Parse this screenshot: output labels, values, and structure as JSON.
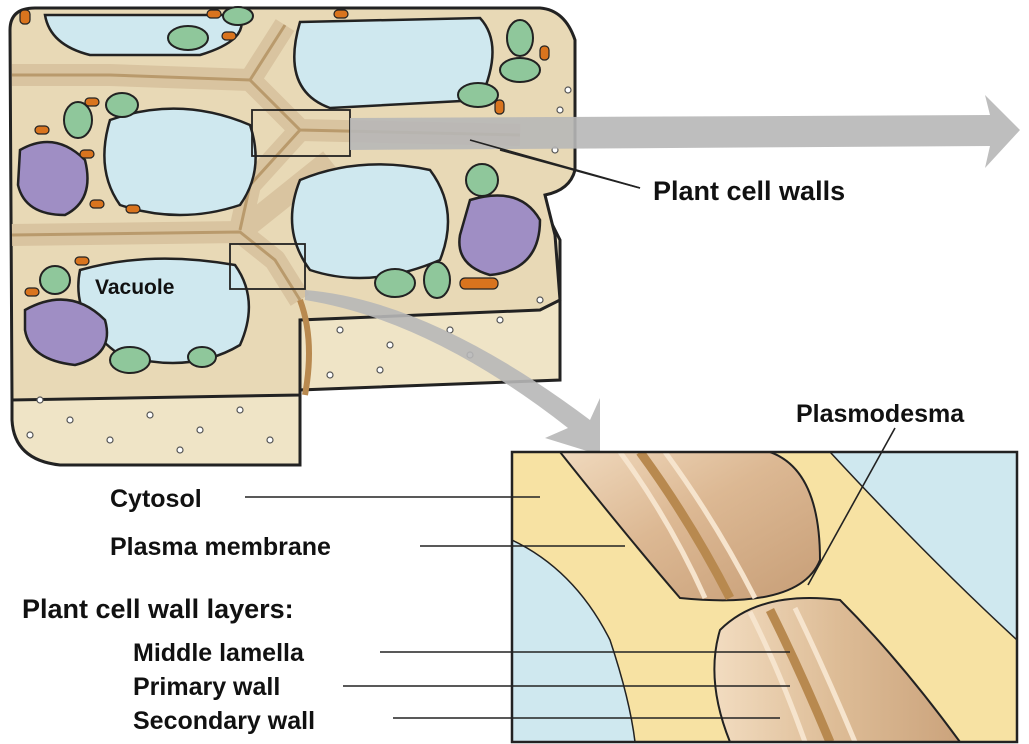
{
  "labels": {
    "plant_cell_walls": "Plant cell walls",
    "vacuole": "Vacuole",
    "plasmodesma": "Plasmodesma",
    "cytosol": "Cytosol",
    "plasma_membrane": "Plasma membrane",
    "plant_cell_wall_layers": "Plant cell wall layers:",
    "middle_lamella": "Middle lamella",
    "primary_wall": "Primary wall",
    "secondary_wall": "Secondary wall"
  },
  "colors": {
    "tissue_tan": "#ede0c2",
    "wall_brown": "#d8c29a",
    "wall_dark": "#b89462",
    "vacuole_blue": "#cfe8ef",
    "nucleus_purple": "#9f8ec4",
    "chloroplast_green": "#8fc79b",
    "mitochondria_orange": "#d9741e",
    "arrow_gray": "#b3b3b3",
    "cytosol_yellow": "#f7e2a3",
    "outline": "#222222"
  }
}
